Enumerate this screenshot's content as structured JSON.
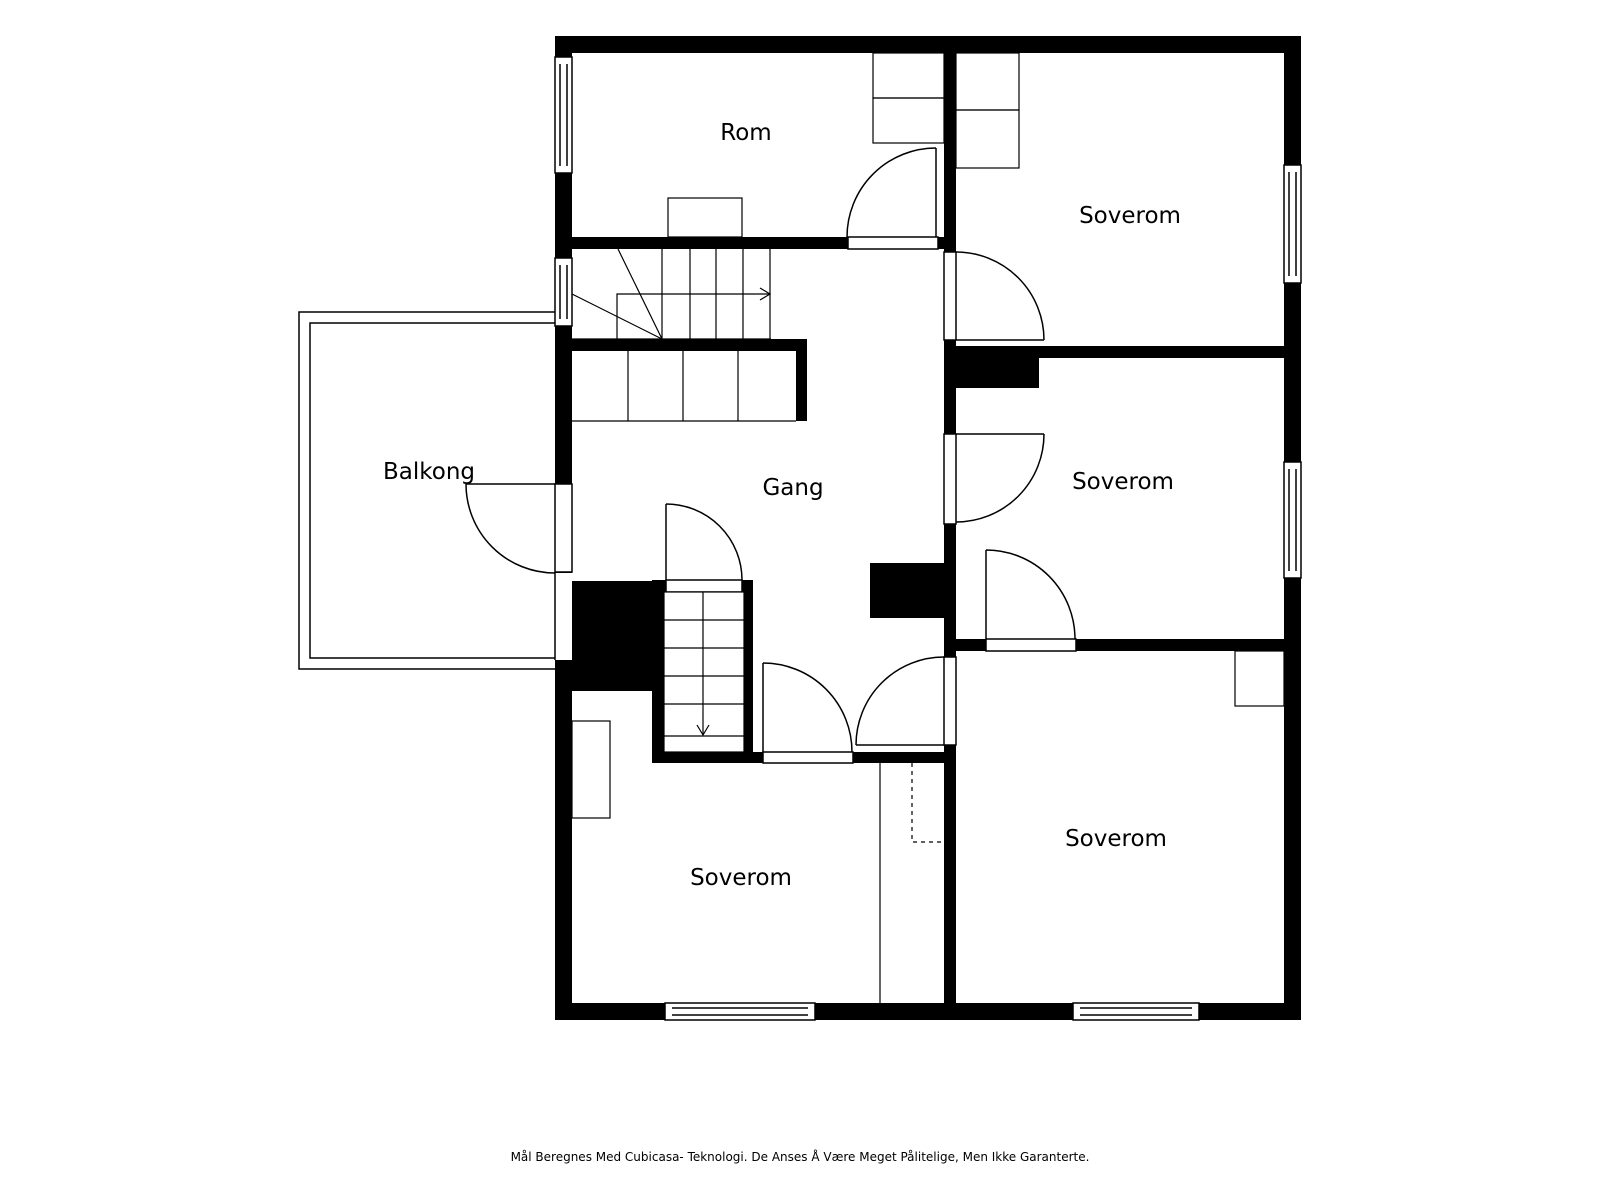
{
  "rooms": {
    "rom": "Rom",
    "soverom_top_right": "Soverom",
    "soverom_mid_right": "Soverom",
    "soverom_bottom_right": "Soverom",
    "soverom_bottom_left": "Soverom",
    "gang": "Gang",
    "balkong": "Balkong"
  },
  "footer": {
    "disclaimer": "Mål Beregnes Med Cubicasa- Teknologi. De Anses Å Være Meget Pålitelige, Men Ikke Garanterte."
  },
  "colors": {
    "wall": "#000000",
    "background": "#ffffff"
  }
}
